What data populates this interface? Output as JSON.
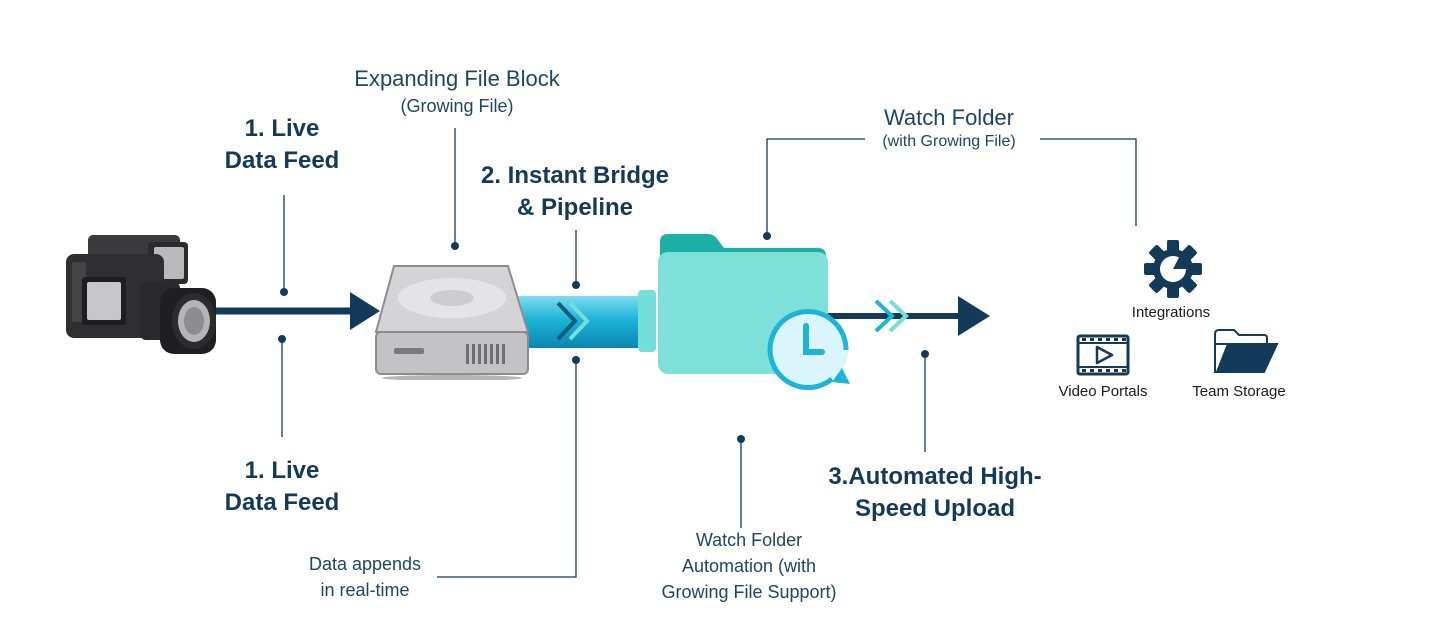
{
  "diagram": {
    "live_feed_top": {
      "line1": "1. Live",
      "line2": "Data Feed"
    },
    "live_feed_bottom": {
      "line1": "1. Live",
      "line2": "Data Feed"
    },
    "expanding_block": {
      "title": "Expanding File Block",
      "subtitle": "(Growing File)"
    },
    "bridge": {
      "line1": "2. Instant Bridge",
      "line2": "& Pipeline"
    },
    "watch_folder": {
      "title": "Watch Folder",
      "subtitle": "(with Growing File)"
    },
    "appends": {
      "line1": "Data appends",
      "line2": "in real-time"
    },
    "automation": {
      "line1": "Watch Folder",
      "line2": "Automation (with",
      "line3": "Growing File Support)"
    },
    "upload": {
      "line1": "3.Automated High-",
      "line2": "Speed Upload"
    },
    "destinations": {
      "integrations": "Integrations",
      "video_portals": "Video Portals",
      "team_storage": "Team Storage"
    }
  },
  "icons": {
    "camera": "video-camera-icon",
    "drive": "hard-drive-icon",
    "folder": "folder-icon",
    "clock": "clock-sync-icon",
    "gear": "gear-icon",
    "video": "video-player-icon",
    "storage": "folder-storage-icon"
  },
  "colors": {
    "navy": "#143a5a",
    "teal": "#74dfd8",
    "cyan": "#1db4d8"
  }
}
